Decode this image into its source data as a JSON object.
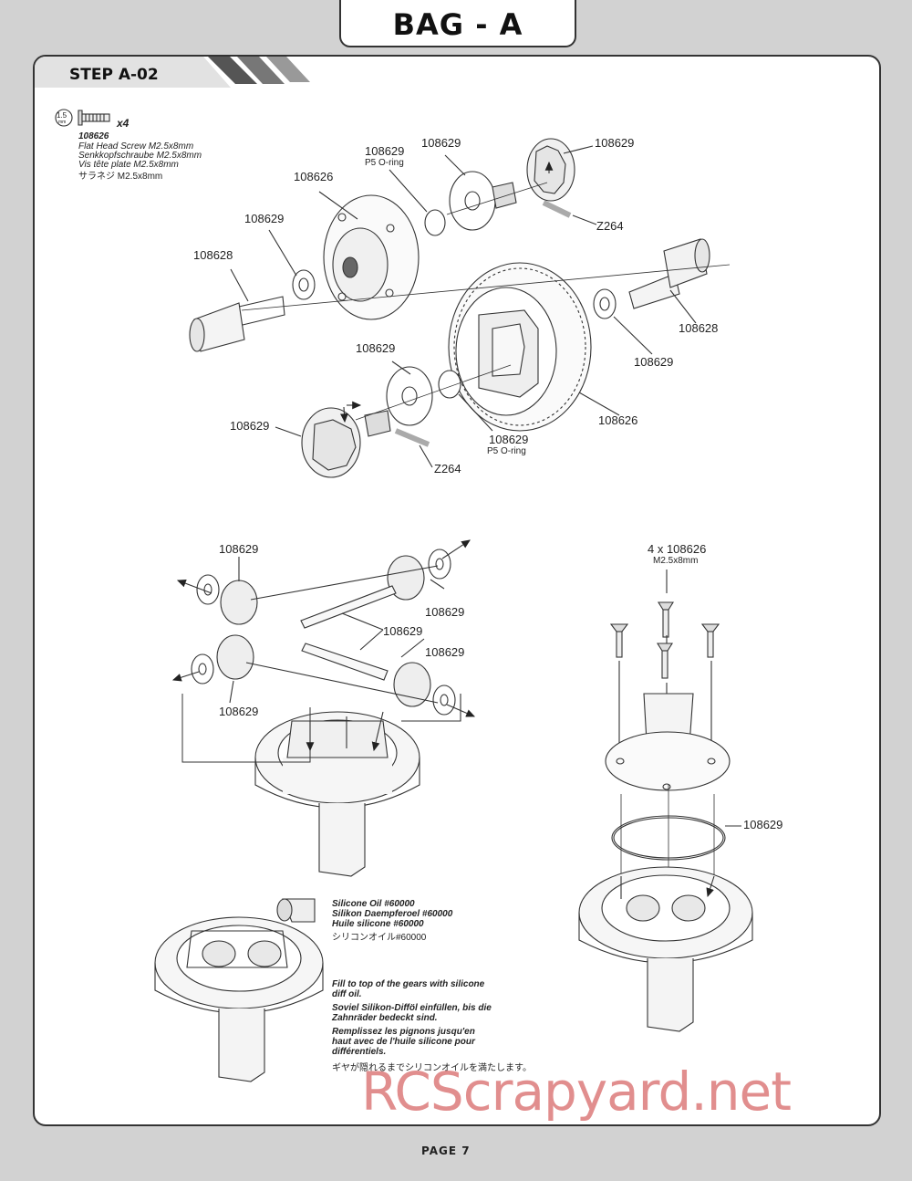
{
  "header": {
    "bag_title": "BAG - A"
  },
  "step": {
    "title": "STEP A-02"
  },
  "hardware": {
    "tool_size": "1.5",
    "tool_unit": "mm",
    "quantity": "x4",
    "part_number": "108626",
    "desc_en": "Flat Head Screw M2.5x8mm",
    "desc_de": "Senkkopfschraube M2.5x8mm",
    "desc_fr": "Vis tête plate M2.5x8mm",
    "desc_jp": "サラネジ M2.5x8mm"
  },
  "labels": {
    "p108629_a": "108629",
    "p5_a": "P5 O-ring",
    "p108629_b": "108629",
    "p108629_c": "108629",
    "z264_a": "Z264",
    "p108626_a": "108626",
    "p108629_d": "108629",
    "p108628_a": "108628",
    "p108628_b": "108628",
    "p108629_e": "108629",
    "p108629_f": "108629",
    "p108626_b": "108626",
    "p108629_g": "108629",
    "p5_b": "P5 O-ring",
    "p108629_h": "108629",
    "z264_b": "Z264",
    "p108629_i": "108629",
    "p108629_j": "108629",
    "p108629_k": "108629",
    "p108629_l": "108629",
    "p108629_m": "108629",
    "screws_qty": "4 x 108626",
    "screws_size": "M2.5x8mm",
    "p108629_n": "108629"
  },
  "oil": {
    "en": "Silicone Oil #60000",
    "de": "Silikon Daempferoel #60000",
    "fr": "Huile silicone #60000",
    "jp": "シリコンオイル#60000"
  },
  "instructions": {
    "en_1": "Fill to top of the gears with silicone",
    "en_2": "diff oil.",
    "de_1": "Soviel Silikon-Difföl einfüllen, bis die",
    "de_2": "Zahnräder bedeckt sind.",
    "fr_1": "Remplissez les pignons jusqu'en",
    "fr_2": "haut avec de l'huile silicone pour",
    "fr_3": "différentiels.",
    "jp": "ギヤが隠れるまでシリコンオイルを満たします。"
  },
  "footer": {
    "page": "PAGE 7",
    "watermark": "RCScrapyard.net"
  }
}
